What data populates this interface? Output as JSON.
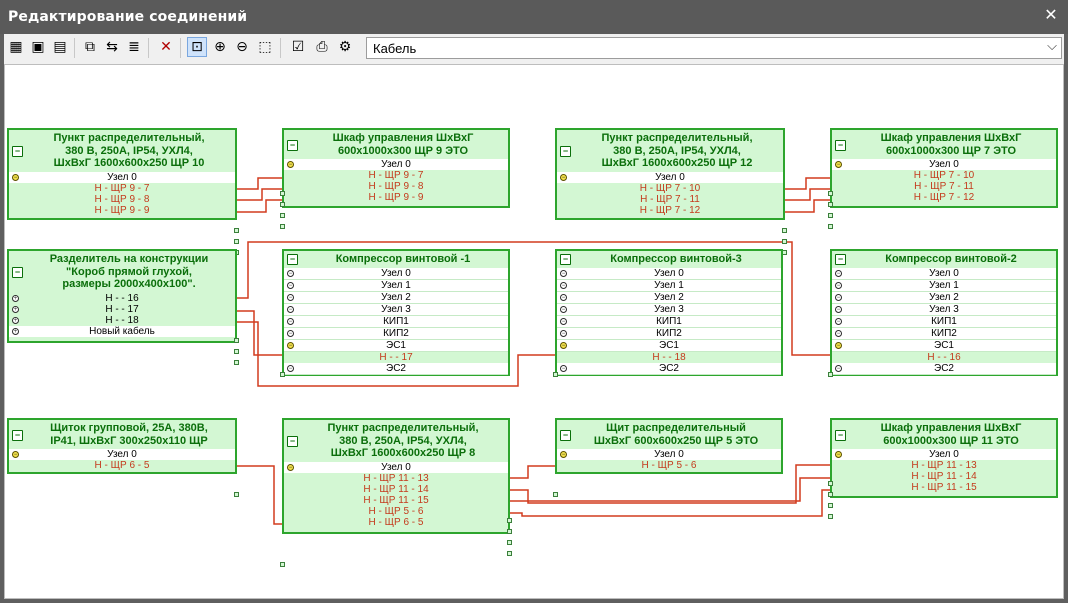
{
  "window": {
    "title": "Редактирование соединений",
    "close_glyph": "✕"
  },
  "toolbar": {
    "buttons": [
      {
        "name": "new-diagram-icon",
        "glyph": "▦"
      },
      {
        "name": "save-icon",
        "glyph": "▣"
      },
      {
        "name": "page-icon",
        "glyph": "▤"
      },
      {
        "name": "copy-icon",
        "glyph": "⧉"
      },
      {
        "name": "move-icon",
        "glyph": "⇆"
      },
      {
        "name": "properties-icon",
        "glyph": "≣"
      },
      {
        "name": "delete-icon",
        "glyph": "✕"
      },
      {
        "name": "zoom-fit-icon",
        "glyph": "⊡"
      },
      {
        "name": "zoom-in-icon",
        "glyph": "⊕"
      },
      {
        "name": "zoom-out-icon",
        "glyph": "⊖"
      },
      {
        "name": "zoom-region-icon",
        "glyph": "⬚"
      },
      {
        "name": "checklist-icon",
        "glyph": "☑"
      },
      {
        "name": "print-icon",
        "glyph": "⎙"
      },
      {
        "name": "settings-icon",
        "glyph": "⚙"
      }
    ],
    "cable_select": {
      "value": "Кабель",
      "arrow": "⌵"
    }
  },
  "colors": {
    "accent": "#2da52d",
    "node_fill": "#d3f7d3",
    "cable_text": "#c43a1c",
    "wire": "#d23b1e"
  },
  "nodes": [
    {
      "id": "n1",
      "title": [
        "Пункт распределительный,",
        "380 В, 250А, IP54, УХЛ4,",
        "ШхВхГ 1600х600х250 ЩР 10"
      ],
      "rows": [
        {
          "t": "Узел 0",
          "k": "first",
          "i": "y"
        },
        {
          "t": "Н - ЩР 9 - 7",
          "k": "cable"
        },
        {
          "t": "Н - ЩР 9 - 8",
          "k": "cable"
        },
        {
          "t": "Н - ЩР 9 - 9",
          "k": "cable"
        }
      ]
    },
    {
      "id": "n2",
      "title": [
        "Шкаф управления ШхВхГ",
        "600х1000х300 ЩР 9 ЭТО"
      ],
      "rows": [
        {
          "t": "Узел 0",
          "k": "first",
          "i": "y"
        },
        {
          "t": "Н - ЩР 9 - 7",
          "k": "cable"
        },
        {
          "t": "Н - ЩР 9 - 8",
          "k": "cable"
        },
        {
          "t": "Н - ЩР 9 - 9",
          "k": "cable"
        }
      ]
    },
    {
      "id": "n3",
      "title": [
        "Пункт распределительный,",
        "380 В, 250А, IP54, УХЛ4,",
        "ШхВхГ 1600х600х250 ЩР 12"
      ],
      "rows": [
        {
          "t": "Узел 0",
          "k": "first",
          "i": "y"
        },
        {
          "t": "Н - ЩР 7 - 10",
          "k": "cable"
        },
        {
          "t": "Н - ЩР 7 - 11",
          "k": "cable"
        },
        {
          "t": "Н - ЩР 7 - 12",
          "k": "cable"
        }
      ]
    },
    {
      "id": "n4",
      "title": [
        "Шкаф управления ШхВхГ",
        "600х1000х300 ЩР 7 ЭТО"
      ],
      "rows": [
        {
          "t": "Узел 0",
          "k": "first",
          "i": "y"
        },
        {
          "t": "Н - ЩР 7 - 10",
          "k": "cable"
        },
        {
          "t": "Н - ЩР 7 - 11",
          "k": "cable"
        },
        {
          "t": "Н - ЩР 7 - 12",
          "k": "cable"
        }
      ]
    },
    {
      "id": "n5",
      "title": [
        "Разделитель на конструкции",
        "\"Короб прямой глухой,",
        "размеры 2000х400х100\"."
      ],
      "rows": [
        {
          "t": "Н - - 16",
          "k": "plain",
          "i": "p"
        },
        {
          "t": "Н - - 17",
          "k": "plain",
          "i": "p"
        },
        {
          "t": "Н - - 18",
          "k": "plain",
          "i": "p"
        },
        {
          "t": "Новый кабель",
          "k": "note",
          "i": "p"
        }
      ]
    },
    {
      "id": "n6",
      "title": [
        "Компрессор винтовой -1"
      ],
      "rows": [
        {
          "t": "Узел 0",
          "k": "sec",
          "i": "m"
        },
        {
          "t": "Узел 1",
          "k": "sec",
          "i": "m"
        },
        {
          "t": "Узел 2",
          "k": "sec",
          "i": "m"
        },
        {
          "t": "Узел 3",
          "k": "sec",
          "i": "m"
        },
        {
          "t": "КИП1",
          "k": "sec",
          "i": "m"
        },
        {
          "t": "КИП2",
          "k": "sec",
          "i": "m"
        },
        {
          "t": "ЭС1",
          "k": "sec",
          "i": "y"
        },
        {
          "t": "Н - - 17",
          "k": "cable"
        },
        {
          "t": "ЭС2",
          "k": "sec",
          "i": "m"
        }
      ]
    },
    {
      "id": "n7",
      "title": [
        "Компрессор винтовой-3"
      ],
      "rows": [
        {
          "t": "Узел 0",
          "k": "sec",
          "i": "m"
        },
        {
          "t": "Узел 1",
          "k": "sec",
          "i": "m"
        },
        {
          "t": "Узел 2",
          "k": "sec",
          "i": "m"
        },
        {
          "t": "Узел 3",
          "k": "sec",
          "i": "m"
        },
        {
          "t": "КИП1",
          "k": "sec",
          "i": "m"
        },
        {
          "t": "КИП2",
          "k": "sec",
          "i": "m"
        },
        {
          "t": "ЭС1",
          "k": "sec",
          "i": "y"
        },
        {
          "t": "Н - - 18",
          "k": "cable"
        },
        {
          "t": "ЭС2",
          "k": "sec",
          "i": "m"
        }
      ]
    },
    {
      "id": "n8",
      "title": [
        "Компрессор винтовой-2"
      ],
      "rows": [
        {
          "t": "Узел 0",
          "k": "sec",
          "i": "m"
        },
        {
          "t": "Узел 1",
          "k": "sec",
          "i": "m"
        },
        {
          "t": "Узел 2",
          "k": "sec",
          "i": "m"
        },
        {
          "t": "Узел 3",
          "k": "sec",
          "i": "m"
        },
        {
          "t": "КИП1",
          "k": "sec",
          "i": "m"
        },
        {
          "t": "КИП2",
          "k": "sec",
          "i": "m"
        },
        {
          "t": "ЭС1",
          "k": "sec",
          "i": "y"
        },
        {
          "t": "Н - - 16",
          "k": "cable"
        },
        {
          "t": "ЭС2",
          "k": "sec",
          "i": "m"
        }
      ]
    },
    {
      "id": "n9",
      "title": [
        "Щиток групповой, 25А, 380В,",
        "IP41, ШхВхГ 300х250х110 ЩР"
      ],
      "rows": [
        {
          "t": "Узел 0",
          "k": "first",
          "i": "y"
        },
        {
          "t": "Н - ЩР 6 - 5",
          "k": "cable"
        }
      ]
    },
    {
      "id": "n10",
      "title": [
        "Пункт распределительный,",
        "380 В, 250А, IP54, УХЛ4,",
        "ШхВхГ 1600х600х250 ЩР 8"
      ],
      "rows": [
        {
          "t": "Узел 0",
          "k": "first",
          "i": "y"
        },
        {
          "t": "Н - ЩР 11 - 13",
          "k": "cable"
        },
        {
          "t": "Н - ЩР 11 - 14",
          "k": "cable"
        },
        {
          "t": "Н - ЩР 11 - 15",
          "k": "cable"
        },
        {
          "t": "Н - ЩР 5 - 6",
          "k": "cable"
        },
        {
          "t": "Н - ЩР 6 - 5",
          "k": "cable"
        }
      ]
    },
    {
      "id": "n11",
      "title": [
        "Щит распределительный",
        "ШхВхГ 600х600х250 ЩР 5 ЭТО"
      ],
      "rows": [
        {
          "t": "Узел 0",
          "k": "first",
          "i": "y"
        },
        {
          "t": "Н - ЩР 5 - 6",
          "k": "cable"
        }
      ]
    },
    {
      "id": "n12",
      "title": [
        "Шкаф управления ШхВхГ",
        "600х1000х300 ЩР 11 ЭТО"
      ],
      "rows": [
        {
          "t": "Узел 0",
          "k": "first",
          "i": "y"
        },
        {
          "t": "Н - ЩР 11 - 13",
          "k": "cable"
        },
        {
          "t": "Н - ЩР 11 - 14",
          "k": "cable"
        },
        {
          "t": "Н - ЩР 11 - 15",
          "k": "cable"
        }
      ]
    }
  ]
}
